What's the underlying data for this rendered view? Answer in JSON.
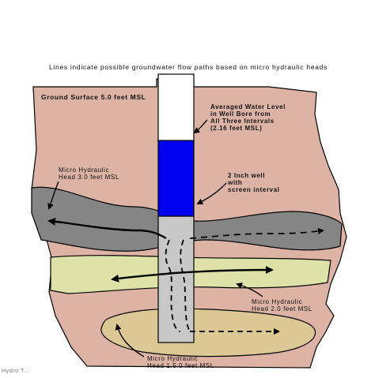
{
  "title": "Lines indicate possible groundwater flow paths based on micro hydraulic heads",
  "labels": {
    "ground_surface": "Ground Surface 5.0 feet MSL",
    "averaged_water_level": "Averaged Water Level\nin Well Bore  from\nAll Three Intervals\n(2.16 feet MSL)",
    "well": "2 Inch well\nwith\nscreen interval",
    "head_upper": "Micro Hydraulic\nHead 3.0 feet MSL",
    "head_middle": "Micro  Hydraulic\nHead 2.0  feet MSL",
    "head_lower": "Micro Hydraulic\nHead 1.5 0 feet MSL",
    "credit": "Hydro  T..."
  },
  "colors": {
    "soil": "#dcb3a4",
    "upper_layer": "#858585",
    "middle_layer": "#dfe2a8",
    "lower_layer": "#dcc894",
    "well_casing": "#ffffff",
    "well_water": "#0000ee",
    "well_screen": "#c8c8c8",
    "outline": "#000000"
  }
}
